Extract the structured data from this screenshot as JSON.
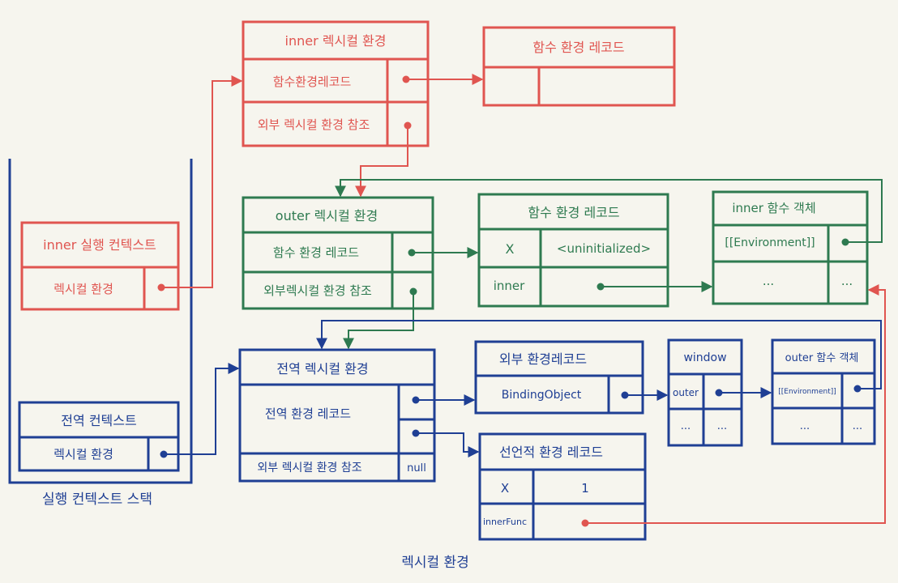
{
  "colors": {
    "red": "#e05550",
    "green": "#2e7a50",
    "blue": "#1f3f94",
    "background": "#f6f5ee"
  },
  "stack": {
    "label": "실행 컨텍스트 스택",
    "inner_context": {
      "title": "inner 실행 컨텍스트",
      "field": "렉시컬 환경"
    },
    "global_context": {
      "title": "전역 컨텍스트",
      "field": "렉시컬 환경"
    }
  },
  "inner_lex_env": {
    "title": "inner 렉시컬 환경",
    "rows": [
      "함수환경레코드",
      "외부 렉시컬 환경 참조"
    ]
  },
  "inner_func_env_record": {
    "title": "함수 환경 레코드"
  },
  "outer_lex_env": {
    "title": "outer 렉시컬 환경",
    "rows": [
      "함수 환경 레코드",
      "외부렉시컬 환경 참조"
    ]
  },
  "outer_func_env_record": {
    "title": "함수 환경 레코드",
    "rows": [
      {
        "key": "X",
        "value": "<uninitialized>"
      },
      {
        "key": "inner",
        "value": ""
      }
    ]
  },
  "inner_function_object": {
    "title": "inner 함수 객체",
    "rows": [
      "[[Environment]]",
      "..."
    ],
    "extra": "..."
  },
  "global_lex_env": {
    "title": "전역 렉시컬 환경",
    "env_record": "전역 환경 레코드",
    "outer_ref": "외부 렉시컬 환경 참조",
    "outer_ref_value": "null"
  },
  "object_env_record": {
    "title": "외부 환경레코드",
    "binding": "BindingObject"
  },
  "declarative_env_record": {
    "title": "선언적 환경 레코드",
    "rows": [
      {
        "key": "X",
        "value": "1"
      },
      {
        "key": "innerFunc",
        "value": ""
      }
    ]
  },
  "window_object": {
    "title": "window",
    "rows": [
      {
        "key": "outer",
        "value": ""
      },
      {
        "key": "...",
        "value": "..."
      }
    ]
  },
  "outer_function_object": {
    "title": "outer 함수 객체",
    "rows": [
      {
        "key": "[[Environment]]",
        "value": ""
      },
      {
        "key": "...",
        "value": "..."
      }
    ]
  },
  "caption": "렉시컬 환경"
}
